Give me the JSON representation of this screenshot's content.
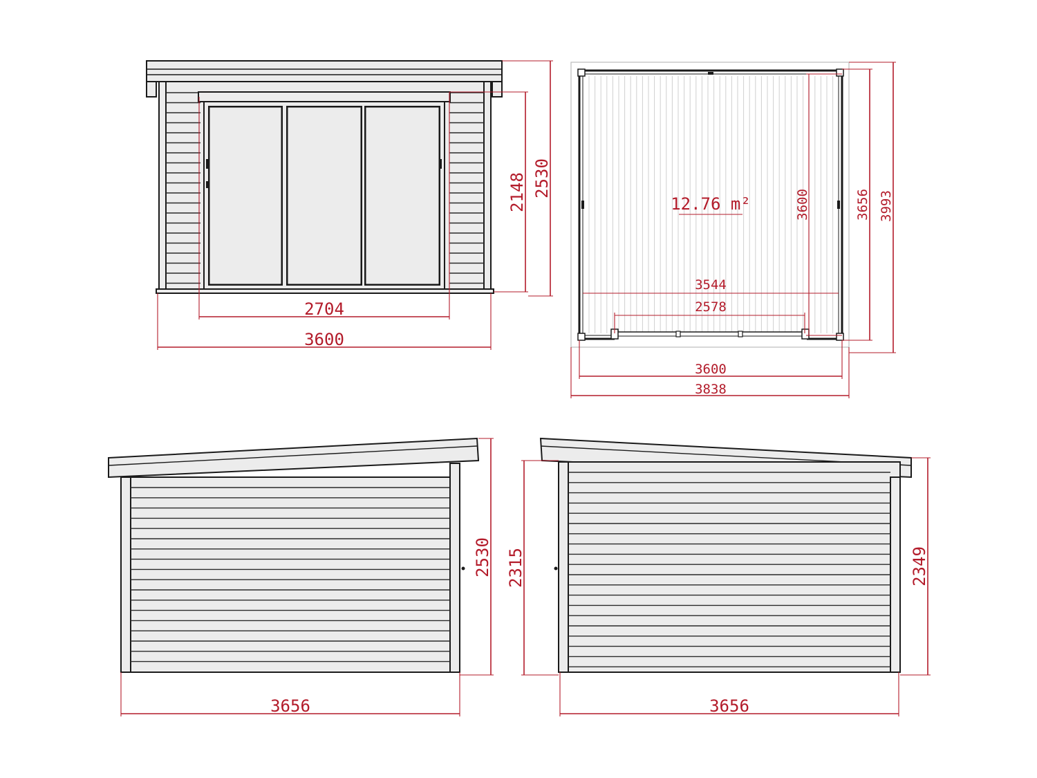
{
  "front_view": {
    "width_total": "3600",
    "door_width": "2704",
    "door_height": "2148",
    "total_height": "2530"
  },
  "plan_view": {
    "area": "12.76 m²",
    "inner_width": "3544",
    "door_opening": "2578",
    "wall_width": "3600",
    "overall_width": "3838",
    "wall_depth": "3600",
    "depth_with_posts": "3656",
    "overall_depth": "3993"
  },
  "side_view_left": {
    "width": "3656",
    "height": "2530"
  },
  "side_view_right": {
    "width": "3656",
    "height_low": "2315",
    "height_high": "2349"
  },
  "colors": {
    "dimension": "#b31b2a",
    "outline": "#1a1a1a",
    "wall_fill": "#ececec"
  }
}
